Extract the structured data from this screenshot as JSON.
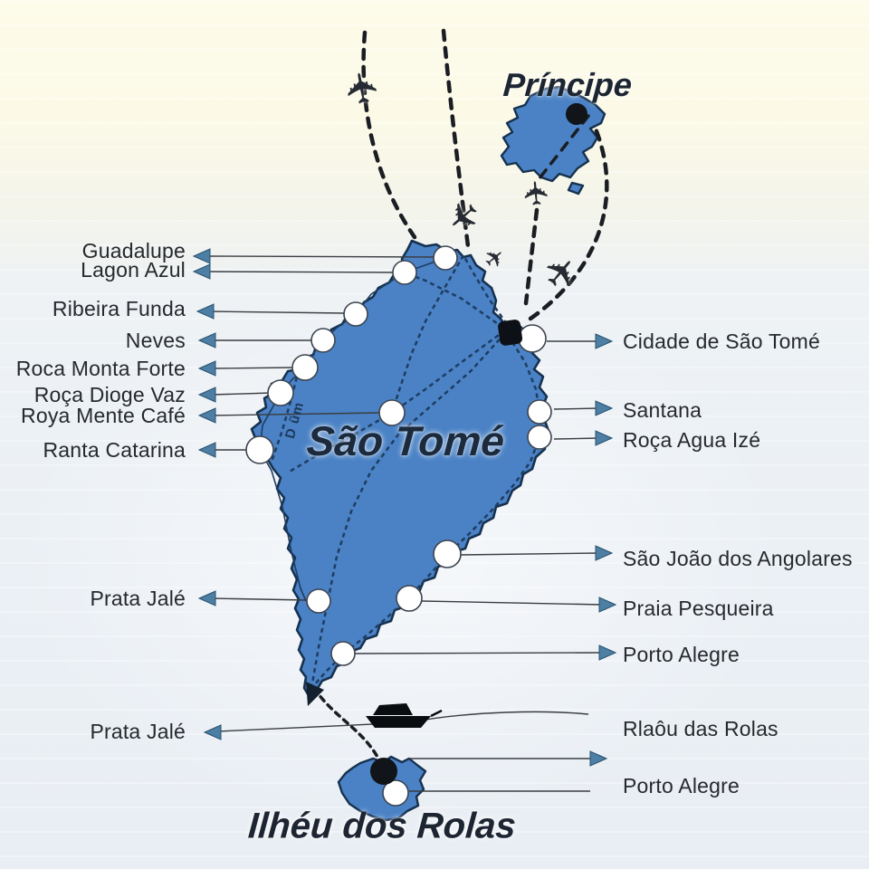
{
  "map": {
    "titles": {
      "principe": "Príncipe",
      "sao_tome": "São Tomé",
      "ilheu_dos_rolas": "Ilhéu dos Rolas"
    },
    "left_labels": [
      {
        "text": "Guadalupe"
      },
      {
        "text": "Lagon Azul"
      },
      {
        "text": "Ribeira Funda"
      },
      {
        "text": "Neves"
      },
      {
        "text": "Roca Monta Forte"
      },
      {
        "text": "Roça Dioge Vaz"
      },
      {
        "text": "Roya Mente Café"
      },
      {
        "text": "Ranta Catarina"
      },
      {
        "text": "Prata Jalé"
      },
      {
        "text": "Prata Jalé"
      }
    ],
    "right_labels": [
      {
        "text": "Cidade de São Tomé"
      },
      {
        "text": "Santana"
      },
      {
        "text": "Roça Agua Izé"
      },
      {
        "text": "São João dos Angolares"
      },
      {
        "text": "Praia Pesqueira"
      },
      {
        "text": "Porto Alegre"
      },
      {
        "text": "Rlaôu das Rolas"
      },
      {
        "text": "Porto Alegre"
      }
    ],
    "road_label": "D ũm",
    "icons": {
      "airplane_glyph": "✈",
      "airplane_count": 5,
      "boat": "boat-icon"
    },
    "colors": {
      "island_fill": "#4a82c5",
      "island_outline": "#16314f",
      "sea_top": "#fdfbe9",
      "sea_bottom": "#e9eef4",
      "arrowhead": "#4d7ea3",
      "flight_route": "#1a1d22",
      "label_text": "#26292d"
    }
  }
}
